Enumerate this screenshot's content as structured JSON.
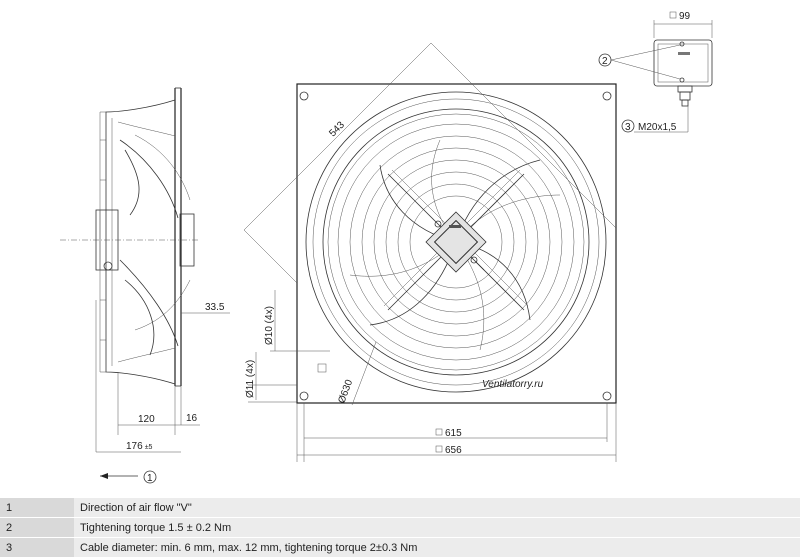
{
  "drawing": {
    "dim_box_99": "99",
    "label_2": "2",
    "label_3": "3",
    "thread": "M20x1,5",
    "dim_543": "543",
    "dim_335": "33.5",
    "dim_120": "120",
    "dim_16": "16",
    "dim_176": "176",
    "dim_176_tol": "±5",
    "dim_615": "615",
    "dim_656": "656",
    "dim_d10": "Ø10 (4x)",
    "dim_d11": "Ø11 (4x)",
    "dim_d630": "Ø630",
    "label_1": "1",
    "watermark": "Ventilatorry.ru"
  },
  "notes": [
    {
      "num": "1",
      "text": "Direction of air flow \"V\""
    },
    {
      "num": "2",
      "text": "Tightening torque 1.5 ± 0.2 Nm"
    },
    {
      "num": "3",
      "text": "Cable diameter: min. 6 mm, max. 12 mm, tightening torque 2±0.3 Nm"
    }
  ]
}
